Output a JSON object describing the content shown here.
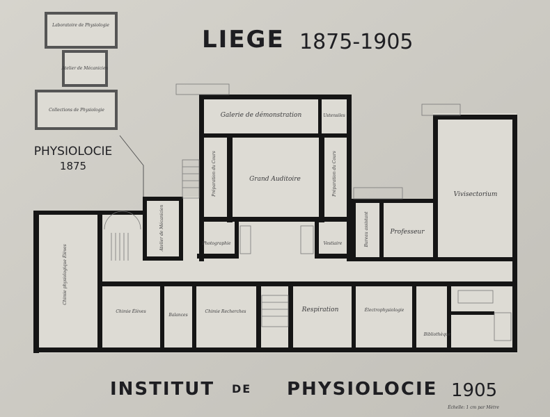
{
  "header": {
    "title": "LIEGE",
    "years": "1875-1905"
  },
  "old_building": {
    "title": "PHYSIOLOCIE",
    "year": "1875",
    "rooms": [
      "Laboratoire de Physiologie",
      "Atelier de Mécanicien",
      "Collections de Physiologie"
    ]
  },
  "new_building": {
    "rooms": {
      "galerie": "Galerie de démonstration",
      "ustensiles": "Ustensiles",
      "prep_left": "Préparation du Cours",
      "auditoire": "Grand Auditoire",
      "prep_right": "Préparation du Cours",
      "photographie": "Photographie",
      "vestiaire": "Vestiaire",
      "atelier": "Atelier de Mécanicien",
      "chimie_phys": "Chimie physiologique Élèves",
      "bureau": "Bureau assistant",
      "professeur": "Professeur",
      "vivisectorium": "Vivisectorium",
      "chimie_eleves": "Chimie Élèves",
      "balances": "Balances",
      "chimie_recherches": "Chimie Recherches",
      "respiration": "Respiration",
      "electro": "Électrophysiologie",
      "bibliotheque": "Bibliothèque"
    }
  },
  "footer": {
    "institut": "INSTITUT",
    "de": "DE",
    "physiologie": "PHYSIOLOCIE",
    "year": "1905",
    "scale": "Échelle: 1 cm par Mètre"
  }
}
